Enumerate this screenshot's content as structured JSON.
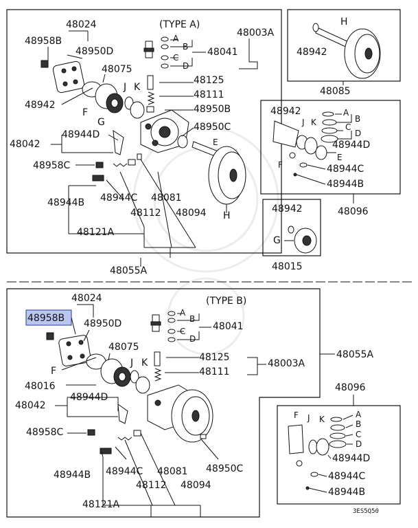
{
  "diagram": {
    "top": {
      "type_label": "(TYPE A)",
      "labels": {
        "p48024": "48024",
        "p48958B": "48958B",
        "p48950D": "48950D",
        "p48003A": "48003A",
        "p48041": "48041",
        "p48075": "48075",
        "p48125": "48125",
        "p48111": "48111",
        "p48950B": "48950B",
        "p48942": "48942",
        "p48950C": "48950C",
        "p48944D": "48944D",
        "p48042": "48042",
        "p48958C": "48958C",
        "p48944B": "48944B",
        "p48944C": "48944C",
        "p48081": "48081",
        "p48112": "48112",
        "p48094": "48094",
        "p48121A": "48121A",
        "p48055A": "48055A",
        "A": "A",
        "B": "B",
        "C": "C",
        "D": "D",
        "E": "E",
        "F": "F",
        "G": "G",
        "H": "H",
        "J": "J",
        "K": "K"
      }
    },
    "pulley_box": {
      "p48942": "48942",
      "H": "H",
      "p48085": "48085"
    },
    "ring_box": {
      "p48942": "48942",
      "J": "J",
      "K": "K",
      "A": "A",
      "B": "B",
      "C": "C",
      "D": "D",
      "E": "E",
      "F": "F",
      "p48944D": "48944D",
      "p48944C": "48944C",
      "p48944B": "48944B",
      "p48096": "48096"
    },
    "small_box": {
      "p48942": "48942",
      "G": "G",
      "p48015": "48015"
    },
    "bottom": {
      "type_label": "(TYPE B)",
      "labels": {
        "p48024": "48024",
        "p48958B": "48958B",
        "p48950D": "48950D",
        "p48041": "48041",
        "p48075": "48075",
        "p48125": "48125",
        "p48003A": "48003A",
        "p48111": "48111",
        "p48055A": "48055A",
        "p48016": "48016",
        "p48944D": "48944D",
        "p48042": "48042",
        "p48958C": "48958C",
        "p48944B": "48944B",
        "p48944C": "48944C",
        "p48081": "48081",
        "p48950C": "48950C",
        "p48112": "48112",
        "p48094": "48094",
        "p48121A": "48121A",
        "A": "A",
        "B": "B",
        "C": "C",
        "D": "D",
        "F": "F",
        "J": "J",
        "K": "K"
      }
    },
    "ring_box_b": {
      "p48096": "48096",
      "F": "F",
      "J": "J",
      "K": "K",
      "A": "A",
      "B": "B",
      "C": "C",
      "D": "D",
      "p48944D": "48944D",
      "p48944C": "48944C",
      "p48944B": "48944B"
    },
    "code": "3ES5Q50"
  }
}
